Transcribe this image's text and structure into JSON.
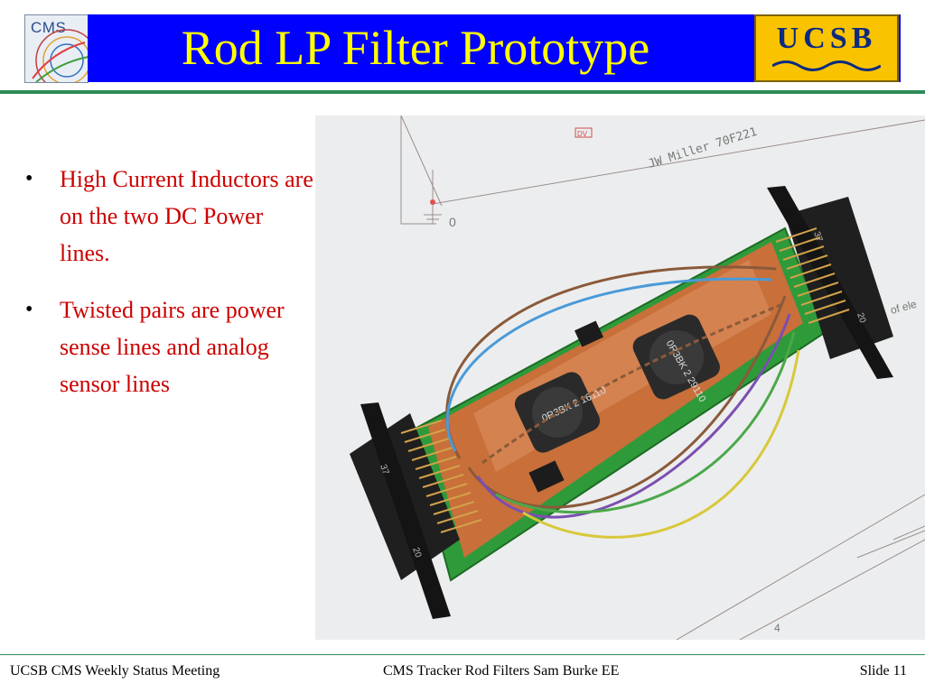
{
  "header": {
    "title": "Rod LP Filter Prototype",
    "left_logo_text": "CMS",
    "right_logo_text": "UCSB"
  },
  "bullets": [
    "High Current Inductors are on the two DC Power lines.",
    "Twisted pairs are power sense lines and analog sensor lines"
  ],
  "photo": {
    "connector_left_labels": [
      "37",
      "20"
    ],
    "connector_right_labels": [
      "37",
      "20"
    ],
    "inductor_labels": [
      "0R3BK 2 16110",
      "0R3BK 2 29110"
    ],
    "schematic_text": "JW Miller 70F221",
    "schematic_value": "0",
    "schematic_corner": "4",
    "schematic_side": "of ele",
    "schematic_tag": "DV"
  },
  "footer": {
    "left": "UCSB CMS Weekly Status Meeting",
    "center": "CMS Tracker Rod Filters  Sam Burke EE",
    "right": "Slide 11"
  },
  "colors": {
    "title_bar": "#0000ff",
    "title_text": "#ffff00",
    "bullet_text": "#cc0000",
    "rule": "#2e8b57",
    "ucsb_gold": "#fac300",
    "ucsb_blue": "#0b2a82"
  }
}
